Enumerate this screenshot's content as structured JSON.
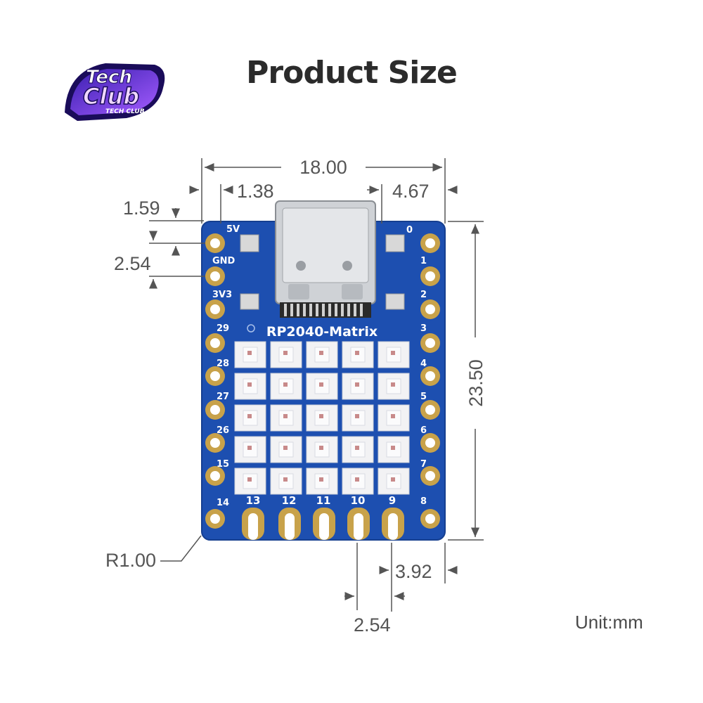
{
  "title": "Product Size",
  "unit": "Unit:mm",
  "logo": {
    "text_top": "Tech",
    "text_main": "Club",
    "text_small": "TECH CLUB",
    "colors": [
      "#2b1a8c",
      "#7b3fe4",
      "#e0a0ff"
    ]
  },
  "board": {
    "name": "RP2040-Matrix",
    "color": "#1d4fb0",
    "pad_color": "#c8a24a",
    "left_pins": [
      "5V",
      "GND",
      "3V3",
      "29",
      "28",
      "27",
      "26",
      "15",
      "14"
    ],
    "right_pins": [
      "0",
      "1",
      "2",
      "3",
      "4",
      "5",
      "6",
      "7",
      "8"
    ],
    "bottom_pins": [
      "13",
      "12",
      "11",
      "10",
      "9"
    ],
    "led_matrix": {
      "rows": 5,
      "cols": 5
    }
  },
  "dimensions": {
    "width": "18.00",
    "usb_left": "1.38",
    "usb_right": "4.67",
    "hole_offset": "1.59",
    "pitch_left": "2.54",
    "height": "23.50",
    "corner_radius": "R1.00",
    "bottom_right": "3.92",
    "pitch_bottom": "2.54"
  }
}
